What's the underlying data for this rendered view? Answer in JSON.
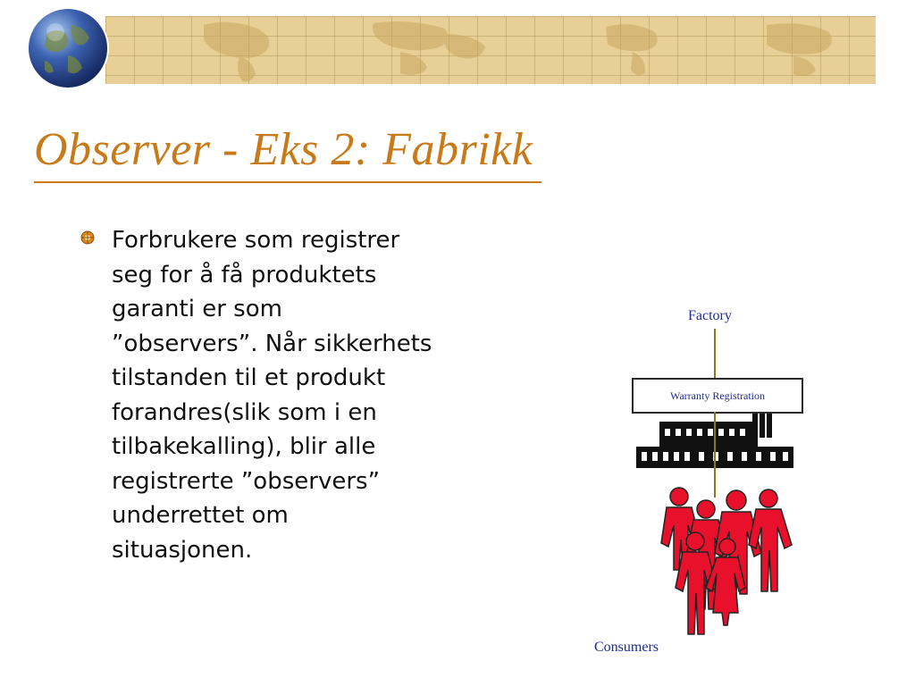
{
  "slide": {
    "title": "Observer - Eks 2: Fabrikk",
    "bullet_text": "Forbrukere som registrer seg for å få produktets garanti er som ”observers”. Når sikkerhets tilstanden til et produkt forandres(slik som i en tilbakekalling), blir alle registrerte ”observers” underrettet om situasjonen."
  },
  "diagram": {
    "factory_label": "Factory",
    "warranty_label": "Warranty Registration",
    "consumers_label": "Consumers"
  },
  "colors": {
    "title": "#c97a18",
    "banner": "#e7cf95",
    "label_blue": "#1f2c8c",
    "consumers_red": "#e8102a"
  },
  "icons": [
    "globe-icon",
    "bullet-icon",
    "factory-icon",
    "consumers-icon"
  ]
}
